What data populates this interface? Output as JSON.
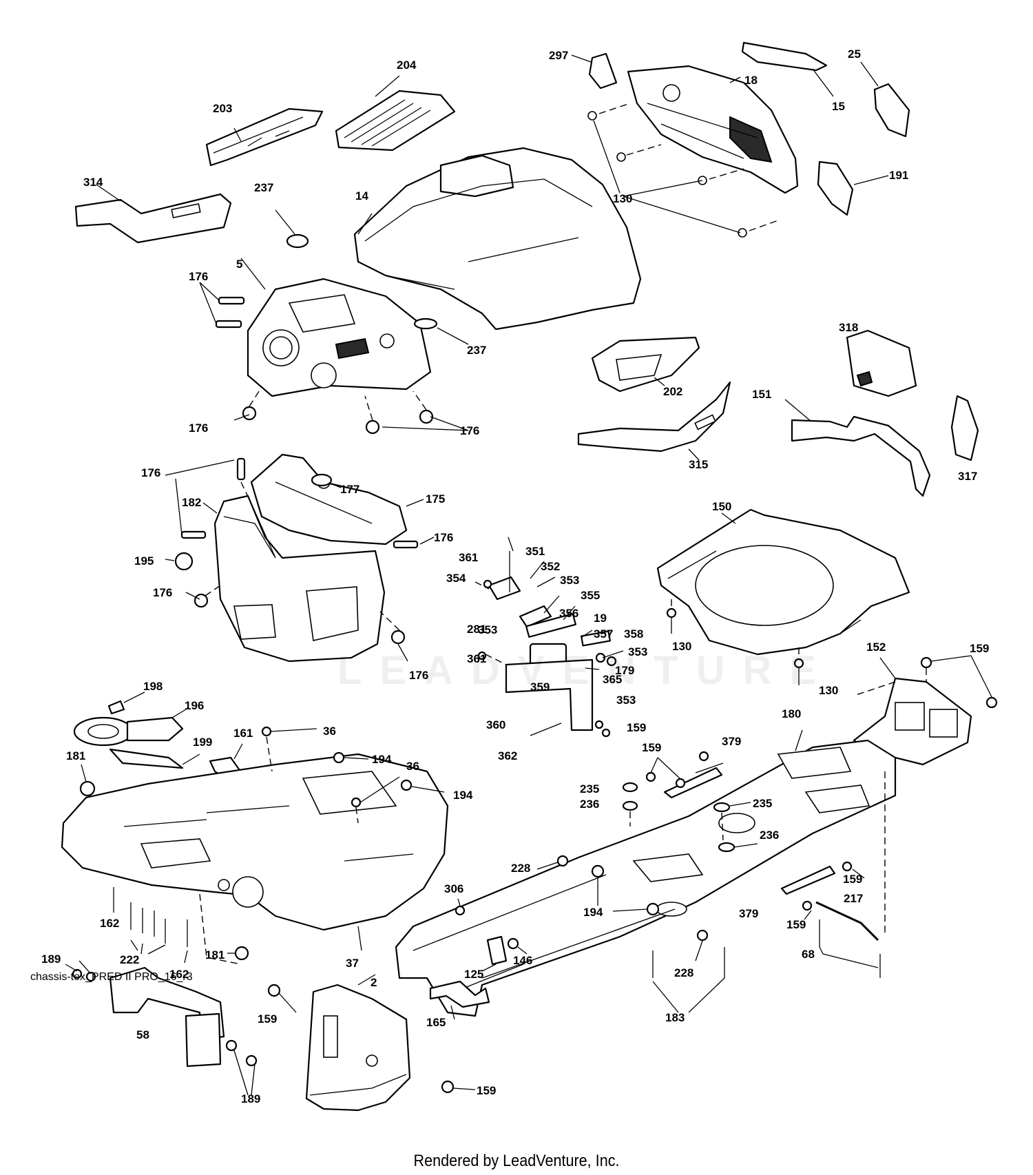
{
  "diagram": {
    "labels": [
      "204",
      "297",
      "18",
      "25",
      "15",
      "203",
      "314",
      "237",
      "14",
      "130",
      "191",
      "176",
      "5",
      "237",
      "202",
      "318",
      "151",
      "315",
      "317",
      "176",
      "177",
      "175",
      "182",
      "176",
      "150",
      "195",
      "361",
      "351",
      "352",
      "353",
      "354",
      "355",
      "356",
      "19",
      "357",
      "358",
      "353",
      "179",
      "365",
      "359",
      "281",
      "361",
      "353",
      "360",
      "159",
      "362",
      "130",
      "152",
      "159",
      "180",
      "198",
      "196",
      "36",
      "199",
      "161",
      "181",
      "194",
      "36",
      "194",
      "159",
      "379",
      "235",
      "236",
      "235",
      "236",
      "228",
      "159",
      "194",
      "306",
      "379",
      "159",
      "217",
      "162",
      "222",
      "162",
      "37",
      "181",
      "189",
      "58",
      "146",
      "125",
      "165",
      "2",
      "159",
      "189",
      "228",
      "183",
      "68",
      "159",
      "176"
    ],
    "watermark": "LEADVENTURE"
  },
  "footer": {
    "diagram_id": "chassis-tex_PRED II PRO_16_r3",
    "credit": "Rendered by LeadVenture, Inc."
  }
}
